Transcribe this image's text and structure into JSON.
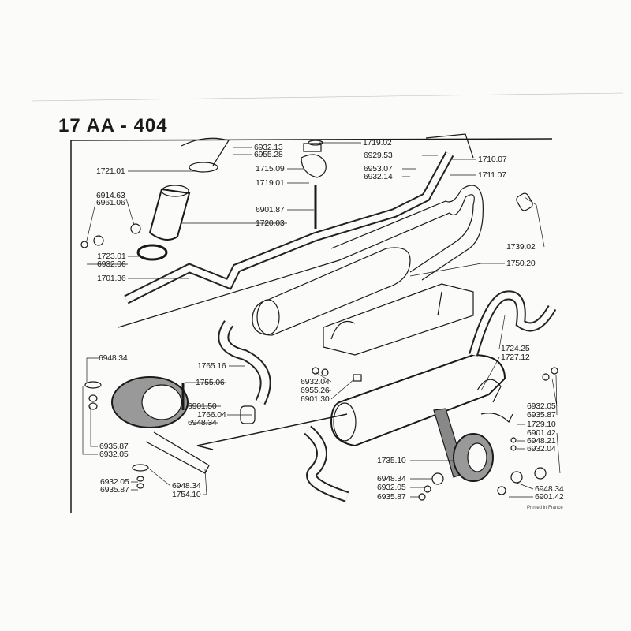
{
  "title": "17 AA - 404",
  "footer": "Printed in France",
  "labels": [
    "6932.13",
    "6955.28",
    "1721.01",
    "6914.63",
    "6961.06",
    "1715.09",
    "1719.01",
    "6901.87",
    "1720.03",
    "1719.02",
    "6929.53",
    "1710.07",
    "6953.07",
    "6932.14",
    "1711.07",
    "1739.02",
    "1750.20",
    "1723.01",
    "6932.06",
    "1701.36",
    "6948.34",
    "1765.16",
    "1755.06",
    "6901.50",
    "1766.04",
    "6948.34",
    "6935.87",
    "6932.05",
    "6932.05",
    "6935.87",
    "6948.34",
    "1754.10",
    "6932.04",
    "6955.26",
    "6901.30",
    "1724.25",
    "1727.12",
    "6932.05",
    "6935.87",
    "1729.10",
    "6901.42",
    "6948.21",
    "6932.04",
    "1735.10",
    "6948.34",
    "6932.05",
    "6935.87",
    "6948.34",
    "6901.42"
  ]
}
